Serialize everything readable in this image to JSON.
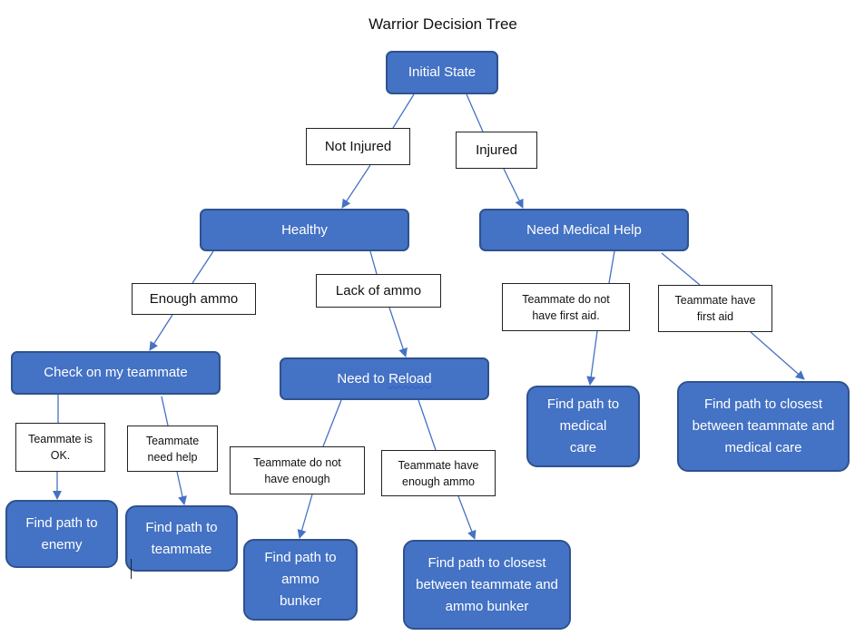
{
  "title": "Warrior Decision Tree",
  "nodes": {
    "initial_state": "Initial State",
    "healthy": "Healthy",
    "need_medical_help": "Need Medical Help",
    "check_on_teammate": "Check on my teammate",
    "need_to_reload": "Need to Reload",
    "find_path_to_enemy": "Find path to enemy",
    "find_path_to_teammate": "Find path to teammate",
    "find_path_to_ammo_bunker": "Find path to ammo bunker",
    "find_path_closest_teammate_ammo_bunker": "Find path to closest between teammate and ammo bunker",
    "find_path_to_medical_care": "Find path to medical care",
    "find_path_closest_teammate_medical_care": "Find path to closest between teammate and medical care"
  },
  "labels": {
    "not_injured": "Not Injured",
    "injured": "Injured",
    "enough_ammo": "Enough ammo",
    "lack_of_ammo": "Lack of ammo",
    "teammate_ok": "Teammate is OK.",
    "teammate_need_help": "Teammate need help",
    "teammate_not_enough": "Teammate do not have enough",
    "teammate_enough_ammo": "Teammate have enough ammo",
    "teammate_no_first_aid": "Teammate do not have first aid.",
    "teammate_have_first_aid": "Teammate have first aid"
  },
  "colors": {
    "node_fill": "#4472c4",
    "node_border": "#2f528f",
    "connector": "#4472c4"
  }
}
